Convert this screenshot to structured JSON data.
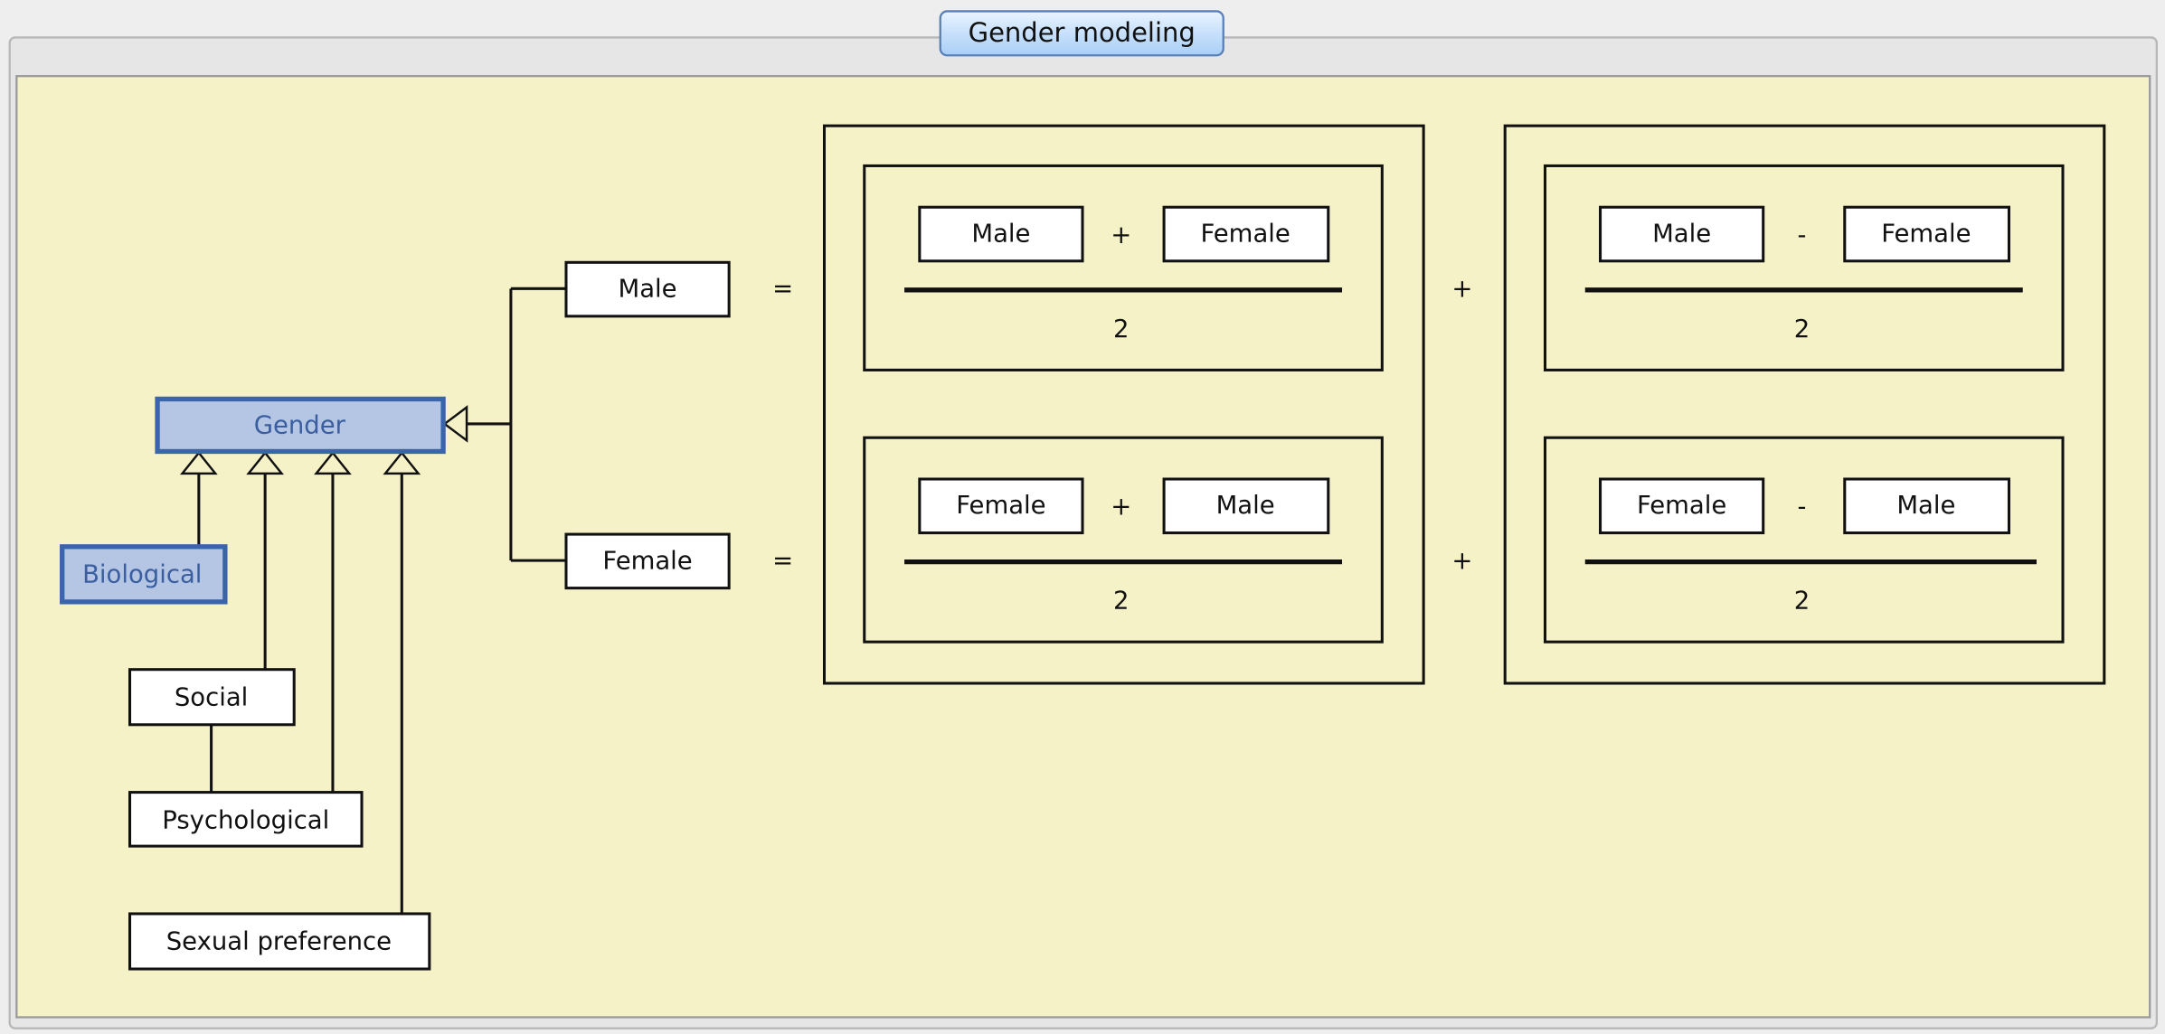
{
  "tab": {
    "title": "Gender modeling"
  },
  "colors": {
    "canvas": "#f6f2c8",
    "selected_fill": "#b5c6e4",
    "selected_border": "#3b65ab",
    "selected_text": "#3a5ea0"
  },
  "hierarchy": {
    "root": "Gender",
    "children": [
      "Biological",
      "Social",
      "Psychological",
      "Sexual preference"
    ],
    "subtypes": [
      "Male",
      "Female"
    ]
  },
  "equations": [
    {
      "lhs": "Male",
      "equals": "=",
      "plus": "+",
      "term1": {
        "a": "Male",
        "op": "+",
        "b": "Female",
        "denominator": "2"
      },
      "term2": {
        "a": "Male",
        "op": "-",
        "b": "Female",
        "denominator": "2"
      }
    },
    {
      "lhs": "Female",
      "equals": "=",
      "plus": "+",
      "term1": {
        "a": "Female",
        "op": "+",
        "b": "Male",
        "denominator": "2"
      },
      "term2": {
        "a": "Female",
        "op": "-",
        "b": "Male",
        "denominator": "2"
      }
    }
  ]
}
